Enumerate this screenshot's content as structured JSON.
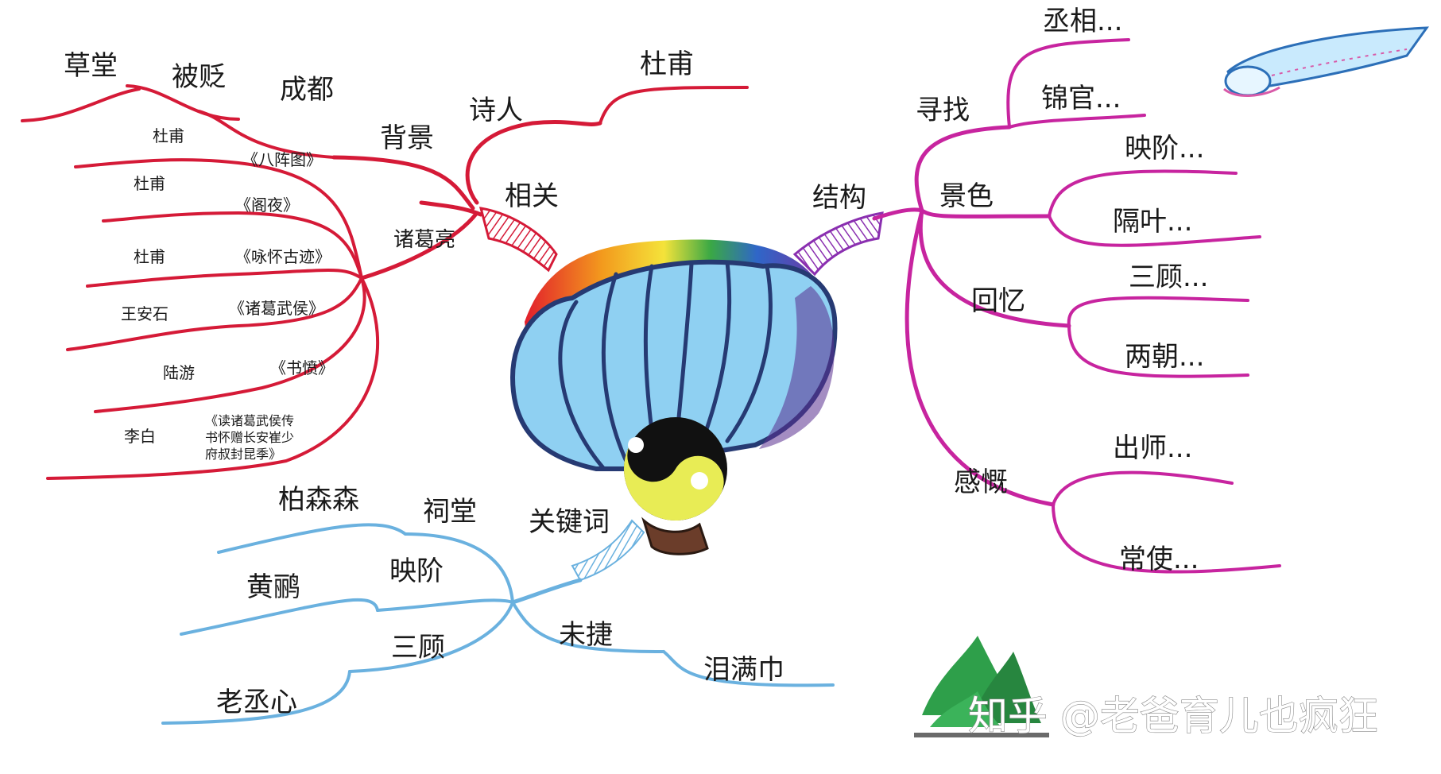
{
  "colors": {
    "red_branch": "#d51a37",
    "magenta_branch": "#c7249f",
    "blue_branch": "#6ab1df",
    "balloon_blue": "#8fd0f2",
    "balloon_outline": "#263a73"
  },
  "center": {
    "icon": "hot-air-balloon"
  },
  "related": {
    "label": "相关",
    "poet": {
      "label": "诗人",
      "name": "杜甫"
    },
    "background": {
      "label": "背景",
      "items": [
        "成都",
        "被贬",
        "草堂"
      ]
    },
    "zhuge": {
      "label": "诸葛亮",
      "works": [
        {
          "author": "杜甫",
          "title": "《八阵图》"
        },
        {
          "author": "杜甫",
          "title": "《阁夜》"
        },
        {
          "author": "杜甫",
          "title": "《咏怀古迹》"
        },
        {
          "author": "王安石",
          "title": "《诸葛武侯》"
        },
        {
          "author": "陆游",
          "title": "《书愤》"
        },
        {
          "author": "李白",
          "title_lines": [
            "《读诸葛武侯传",
            "书怀赠长安崔少",
            "府叔封昆季》"
          ]
        }
      ]
    }
  },
  "structure": {
    "label": "结构",
    "groups": [
      {
        "label": "寻找",
        "leaves": [
          "丞相...",
          "锦官..."
        ]
      },
      {
        "label": "景色",
        "leaves": [
          "映阶...",
          "隔叶..."
        ]
      },
      {
        "label": "回忆",
        "leaves": [
          "三顾...",
          "两朝..."
        ]
      },
      {
        "label": "感慨",
        "leaves": [
          "出师...",
          "常使..."
        ]
      }
    ]
  },
  "keywords": {
    "label": "关键词",
    "groups": [
      {
        "label": "祠堂",
        "leaf": "柏森森"
      },
      {
        "label": "映阶",
        "leaf": "黄鹂"
      },
      {
        "label": "三顾",
        "leaf": "老丞心"
      },
      {
        "label": "未捷",
        "leaf": "泪满巾"
      }
    ]
  },
  "decorations": {
    "top_right": "scroll-doodle",
    "bottom_right": "tree-doodle"
  },
  "watermark": "知乎 @老爸育儿也疯狂"
}
